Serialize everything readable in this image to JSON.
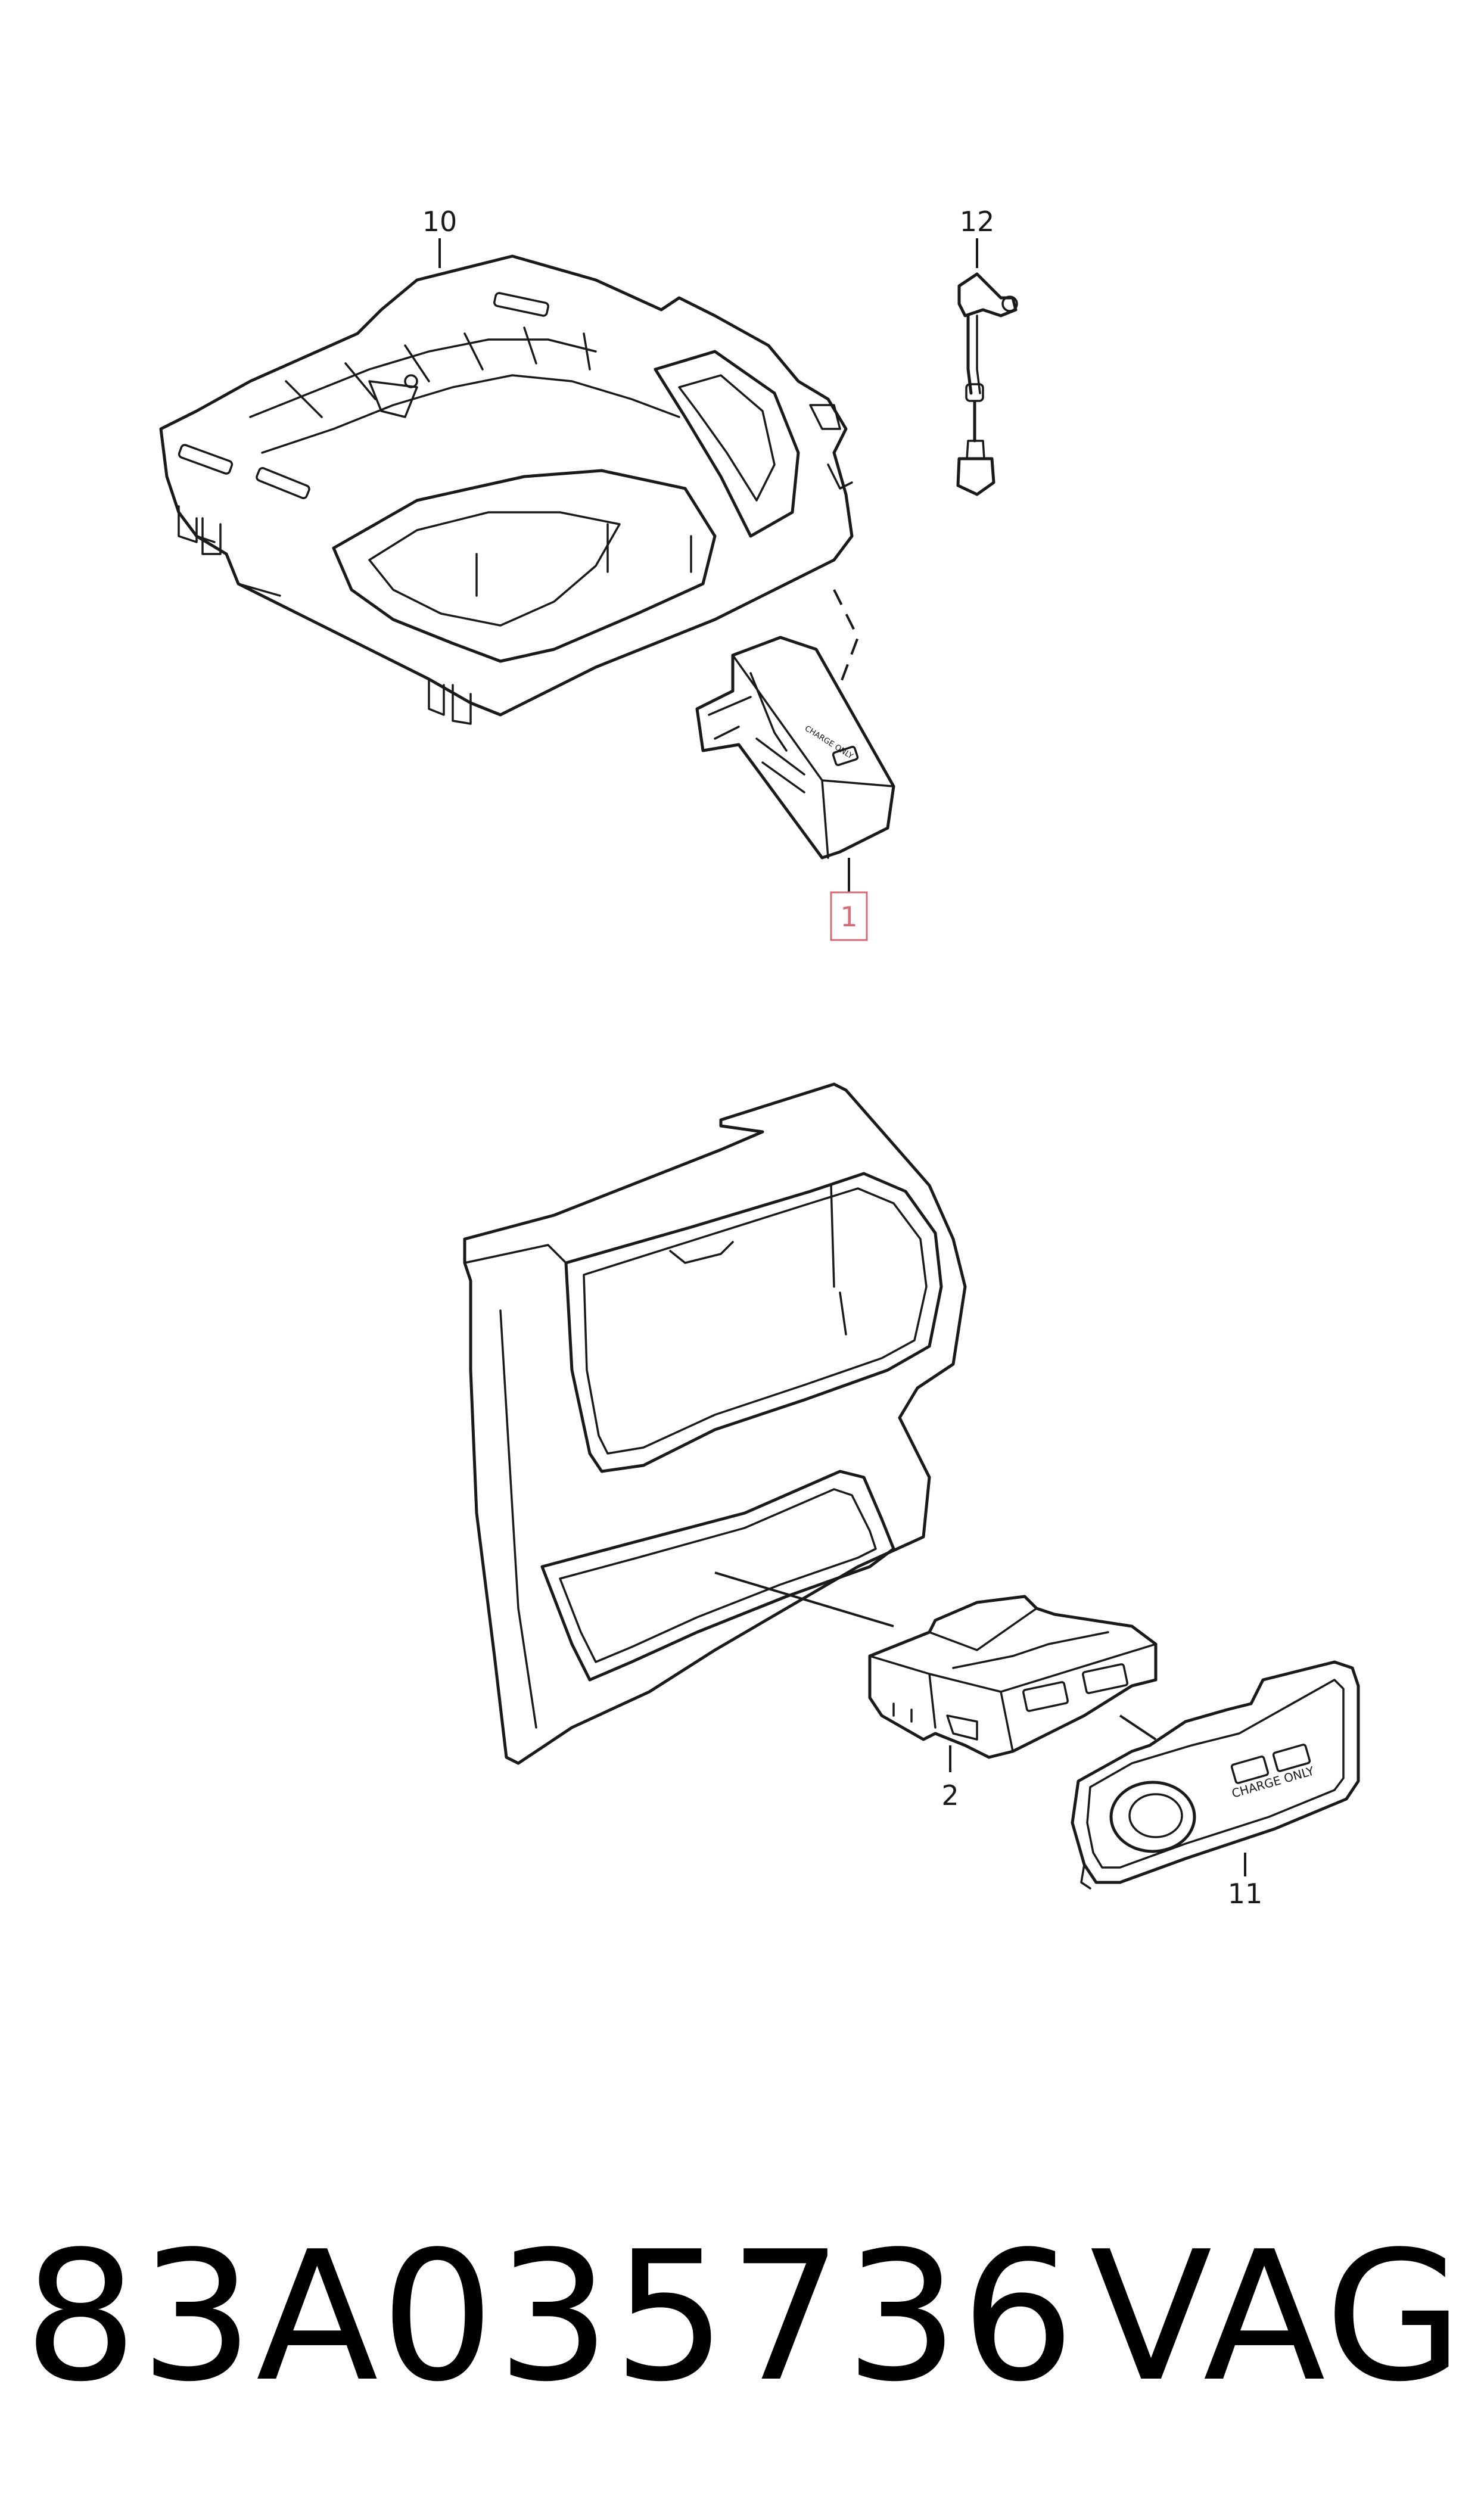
{
  "callouts": {
    "part_1": "1",
    "part_2": "2",
    "part_10": "10",
    "part_11": "11",
    "part_12": "12"
  },
  "printed_labels": {
    "module_1_text": "CHARGE ONLY",
    "panel_11_text": "CHARGE ONLY"
  },
  "footer": {
    "part_number": "83A035736",
    "brand": "VAG"
  },
  "colors": {
    "line_art": "#1a1a1a",
    "highlight_callout": "#d96a78",
    "background": "#ffffff"
  }
}
